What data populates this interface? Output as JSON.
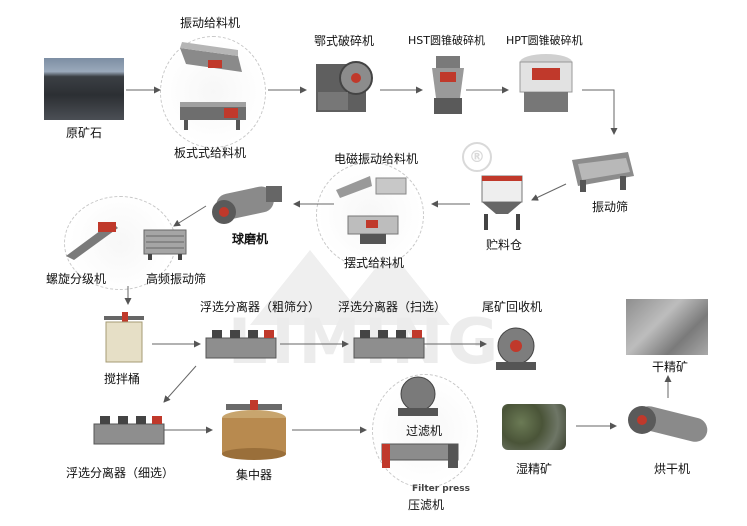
{
  "labels": {
    "raw_ore": "原矿石",
    "vibrating_feeder": "振动给料机",
    "plate_feeder": "板式式给料机",
    "jaw_crusher": "鄂式破碎机",
    "hst_cone": "HST圆锥破碎机",
    "hpt_cone": "HPT圆锥破碎机",
    "vibrating_screen": "振动筛",
    "storage_bin": "贮料仓",
    "em_vibrating_feeder": "电磁振动给料机",
    "swing_feeder": "摆式给料机",
    "ball_mill": "球磨机",
    "spiral_classifier": "螺旋分级机",
    "hf_screen": "高频振动筛",
    "agitation_tank": "搅拌桶",
    "flotation_rough": "浮选分离器（粗筛分）",
    "flotation_scav": "浮选分离器（扫选）",
    "tailings_recovery": "尾矿回收机",
    "flotation_fine": "浮选分离器（细选）",
    "thickener": "集中器",
    "filter": "过滤机",
    "filter_press": "压滤机",
    "filter_press_photo_text": "Filter press",
    "wet_concentrate": "湿精矿",
    "dryer": "烘干机",
    "dry_concentrate": "干精矿"
  },
  "watermark": "LIMING",
  "registered": "®"
}
